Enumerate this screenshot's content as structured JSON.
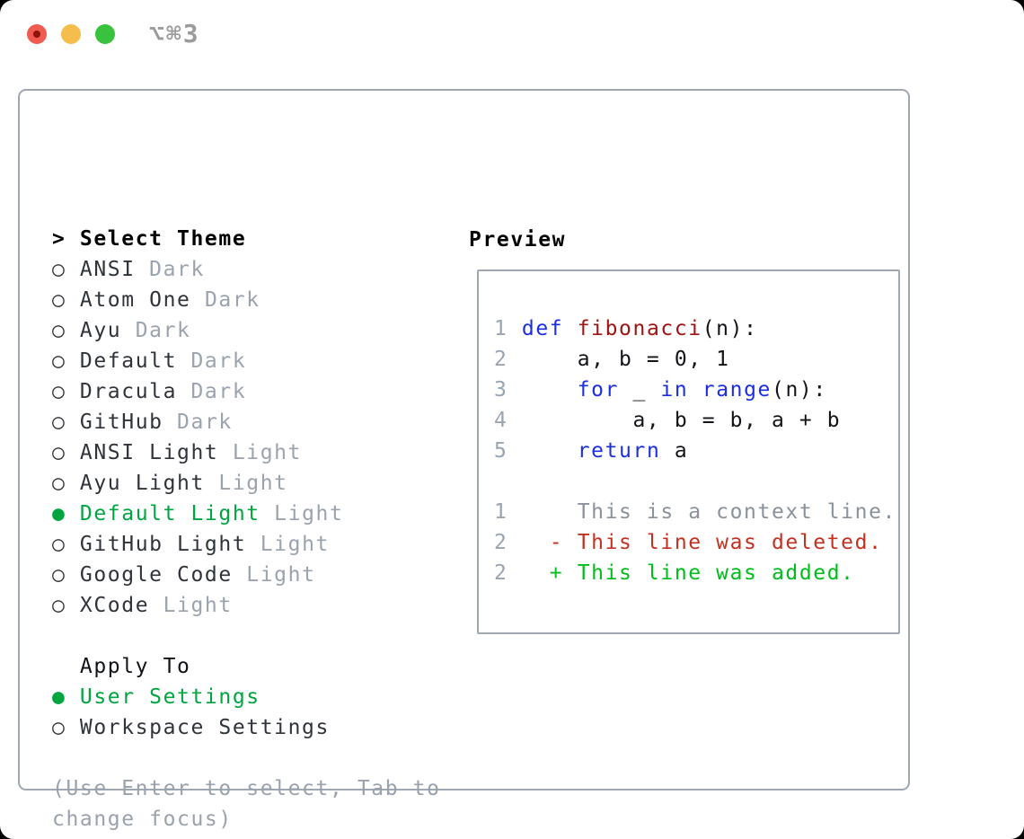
{
  "colors": {
    "selected_green": "#00a53f",
    "added_green": "#00bd1c",
    "deleted_red": "#c33120",
    "context_gray": "#8a929c",
    "gutter_gray": "#9aa4b2",
    "keyword_blue": "#1c2fe0",
    "function_red": "#a01313",
    "plain_code": "#121418",
    "name_dark": "#2f343b",
    "variant_gray": "#9aa3ae",
    "border_gray": "#9fa7b1"
  },
  "titlebar": {
    "shortcut": "⌥⌘3",
    "traffic_lights": [
      "close",
      "minimize",
      "zoom"
    ]
  },
  "theme_panel": {
    "prompt": ">",
    "title": "Select Theme",
    "markers": {
      "selected": "●",
      "unselected": "○"
    },
    "themes": [
      {
        "name": "ANSI",
        "variant": "Dark",
        "selected": false
      },
      {
        "name": "Atom One",
        "variant": "Dark",
        "selected": false
      },
      {
        "name": "Ayu",
        "variant": "Dark",
        "selected": false
      },
      {
        "name": "Default",
        "variant": "Dark",
        "selected": false
      },
      {
        "name": "Dracula",
        "variant": "Dark",
        "selected": false
      },
      {
        "name": "GitHub",
        "variant": "Dark",
        "selected": false
      },
      {
        "name": "ANSI Light",
        "variant": "Light",
        "selected": false
      },
      {
        "name": "Ayu Light",
        "variant": "Light",
        "selected": false
      },
      {
        "name": "Default Light",
        "variant": "Light",
        "selected": true
      },
      {
        "name": "GitHub Light",
        "variant": "Light",
        "selected": false
      },
      {
        "name": "Google Code",
        "variant": "Light",
        "selected": false
      },
      {
        "name": "XCode",
        "variant": "Light",
        "selected": false
      }
    ],
    "apply_to": {
      "title": "Apply To",
      "options": [
        {
          "label": "User Settings",
          "selected": true
        },
        {
          "label": "Workspace Settings",
          "selected": false
        }
      ]
    },
    "hint_lines": [
      "(Use Enter to select, Tab to",
      "change focus)"
    ]
  },
  "preview": {
    "title": "Preview",
    "lines": [
      {
        "num": "1",
        "segs": [
          {
            "t": " ",
            "c": "plain_code"
          },
          {
            "t": "def",
            "c": "keyword_blue"
          },
          {
            "t": " ",
            "c": "plain_code"
          },
          {
            "t": "fibonacci",
            "c": "function_red"
          },
          {
            "t": "(n):",
            "c": "plain_code"
          }
        ]
      },
      {
        "num": "2",
        "segs": [
          {
            "t": "     a, b = 0, 1",
            "c": "plain_code"
          }
        ]
      },
      {
        "num": "3",
        "segs": [
          {
            "t": "     ",
            "c": "plain_code"
          },
          {
            "t": "for",
            "c": "keyword_blue"
          },
          {
            "t": " _ ",
            "c": "plain_code"
          },
          {
            "t": "in",
            "c": "keyword_blue"
          },
          {
            "t": " ",
            "c": "plain_code"
          },
          {
            "t": "range",
            "c": "keyword_blue"
          },
          {
            "t": "(n):",
            "c": "plain_code"
          }
        ]
      },
      {
        "num": "4",
        "segs": [
          {
            "t": "         a, b = b, a + b",
            "c": "plain_code"
          }
        ]
      },
      {
        "num": "5",
        "segs": [
          {
            "t": "     ",
            "c": "plain_code"
          },
          {
            "t": "return",
            "c": "keyword_blue"
          },
          {
            "t": " a",
            "c": "plain_code"
          }
        ]
      },
      {
        "num": "",
        "segs": []
      },
      {
        "num": "1",
        "segs": [
          {
            "t": "     This is a context line.",
            "c": "context_gray"
          }
        ]
      },
      {
        "num": "2",
        "segs": [
          {
            "t": "   ",
            "c": "plain_code"
          },
          {
            "t": "- This line was deleted.",
            "c": "deleted_red"
          }
        ]
      },
      {
        "num": "2",
        "segs": [
          {
            "t": "   ",
            "c": "plain_code"
          },
          {
            "t": "+ This line was added.",
            "c": "added_green"
          }
        ]
      }
    ]
  }
}
